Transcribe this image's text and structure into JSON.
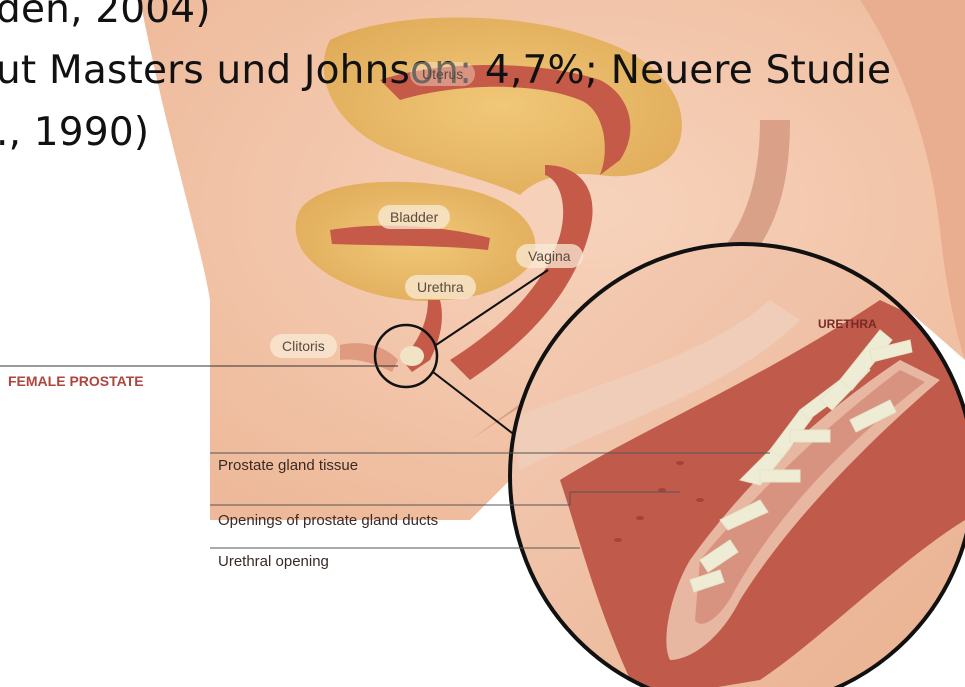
{
  "slide_text": {
    "line1": "den, 2004)",
    "line2": "ut Masters und Johnson: 4,7%; Neuere Studie",
    "line3": "., 1990)"
  },
  "anatomy_labels": {
    "uterus": "Uterus",
    "bladder": "Bladder",
    "vagina": "Vagina",
    "urethra": "Urethra",
    "clitoris": "Clitoris",
    "female_prostate": "FEMALE PROSTATE",
    "urethra_callout": "URETHRA"
  },
  "legend_lines": {
    "prostate_gland_tissue": "Prostate gland tissue",
    "openings_ducts": "Openings of prostate gland ducts",
    "urethral_opening": "Urethral opening"
  },
  "colors": {
    "skin": "#f3c6aa",
    "organ_fill": "#e9bf6a",
    "tube": "#c55a48",
    "accent_red": "#b0453f",
    "outline": "#111111"
  }
}
